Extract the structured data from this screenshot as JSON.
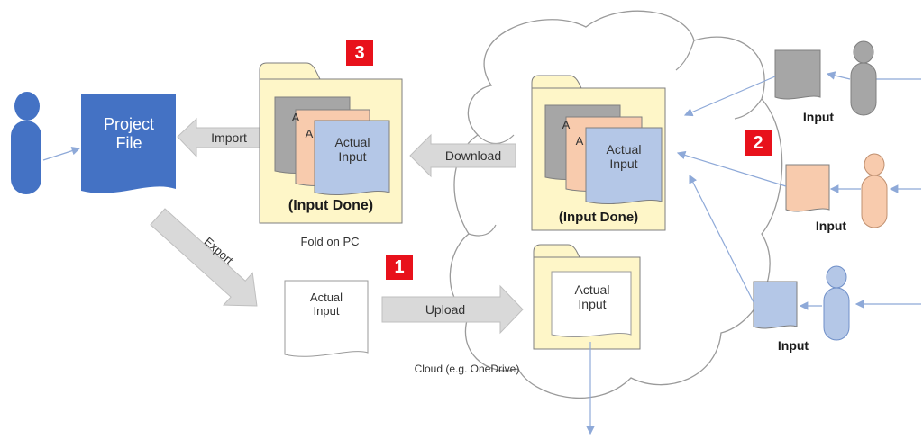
{
  "diagram": {
    "project_file": "Project\nFile",
    "import": "Import",
    "export": "Export",
    "download": "Download",
    "upload": "Upload",
    "pc_folder": {
      "doc_front": "Actual\nInput",
      "doc_back_gray": "A",
      "doc_back_peach": "A",
      "status": "(Input Done)",
      "caption": "Fold on PC"
    },
    "cloud_folder_done": {
      "doc_front": "Actual\nInput",
      "doc_back_gray": "A",
      "doc_back_peach": "A",
      "status": "(Input Done)"
    },
    "cloud_folder_new": {
      "doc": "Actual\nInput"
    },
    "exported_doc": "Actual\nInput",
    "cloud_caption": "Cloud (e.g. OneDrive)",
    "inputs": [
      "Input",
      "Input",
      "Input"
    ],
    "badges": [
      "1",
      "2",
      "3"
    ]
  },
  "colors": {
    "project_blue": "#4472c4",
    "folder_yellow": "#fef6c8",
    "doc_gray": "#a6a6a6",
    "doc_peach": "#f8cbad",
    "doc_blue": "#b4c7e7",
    "badge_red": "#e8111b",
    "arrow_gray": "#d9d9d9"
  }
}
